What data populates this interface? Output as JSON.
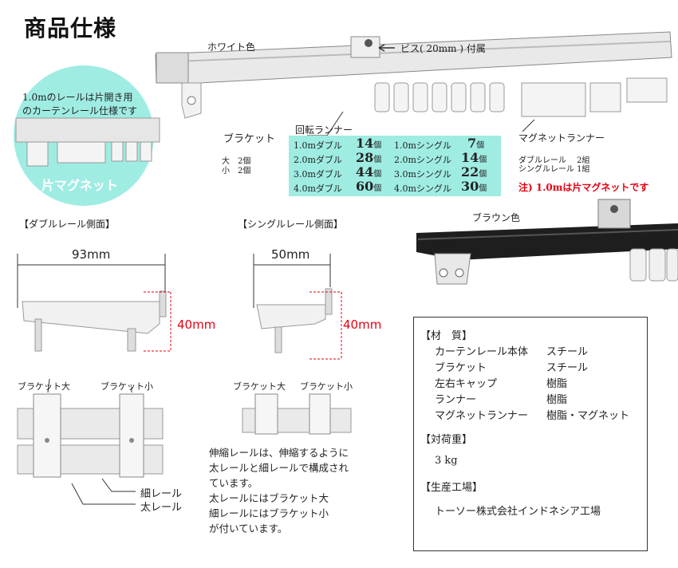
{
  "title": "商品仕様",
  "white_label": "ホワイト色",
  "screw_label": "ビス( 20mm ) 付属",
  "circle": {
    "line1": "1.0mのレールは片開き用",
    "line2": "のカーテンレール仕様です",
    "magnet": "片マグネット"
  },
  "bracket": {
    "label": "ブラケット",
    "large": "大　2個",
    "small": "小　2個"
  },
  "runner_table": {
    "title": "回転ランナー",
    "rows": [
      {
        "double": "1.0mダブル",
        "dcount": "14",
        "single": "1.0mシングル",
        "scount": "7"
      },
      {
        "double": "2.0mダブル",
        "dcount": "28",
        "single": "2.0mシングル",
        "scount": "14"
      },
      {
        "double": "3.0mダブル",
        "dcount": "44",
        "single": "3.0mシングル",
        "scount": "22"
      },
      {
        "double": "4.0mダブル",
        "dcount": "60",
        "single": "4.0mシングル",
        "scount": "30"
      }
    ],
    "unit": "個"
  },
  "magnet_runner": {
    "title": "マグネットランナー",
    "line1": "ダブルレール　 2組",
    "line2": "シングルレール  1組",
    "note": "注) 1.0mは片マグネットです"
  },
  "brown_label": "ブラウン色",
  "double_side": {
    "label": "【ダブルレール側面】",
    "width": "93mm",
    "height": "40mm"
  },
  "single_side": {
    "label": "【シングルレール側面】",
    "width": "50mm",
    "height": "40mm"
  },
  "bottom_left": {
    "bracket_large": "ブラケット大",
    "bracket_small": "ブラケット小",
    "thin_rail": "細レール",
    "thick_rail": "太レール"
  },
  "bottom_mid": {
    "bracket_large": "ブラケット大",
    "bracket_small": "ブラケット小",
    "text": [
      "伸縮レールは、伸縮するように",
      "太レールと細レールで構成され",
      "ています。",
      "太レールにはブラケット大",
      "細レールにはブラケット小",
      "が付いています。"
    ]
  },
  "materials": {
    "head": "【材　質】",
    "rows": [
      {
        "k": "カーテンレール本体",
        "v": "スチール"
      },
      {
        "k": "ブラケット",
        "v": "スチール"
      },
      {
        "k": "左右キャップ",
        "v": "樹脂"
      },
      {
        "k": "ランナー",
        "v": "樹脂"
      },
      {
        "k": "マグネットランナー",
        "v": "樹脂・マグネット"
      }
    ],
    "load_head": "【対荷重】",
    "load": "3 kg",
    "factory_head": "【生産工場】",
    "factory": "トーソー株式会社インドネシア工場"
  }
}
